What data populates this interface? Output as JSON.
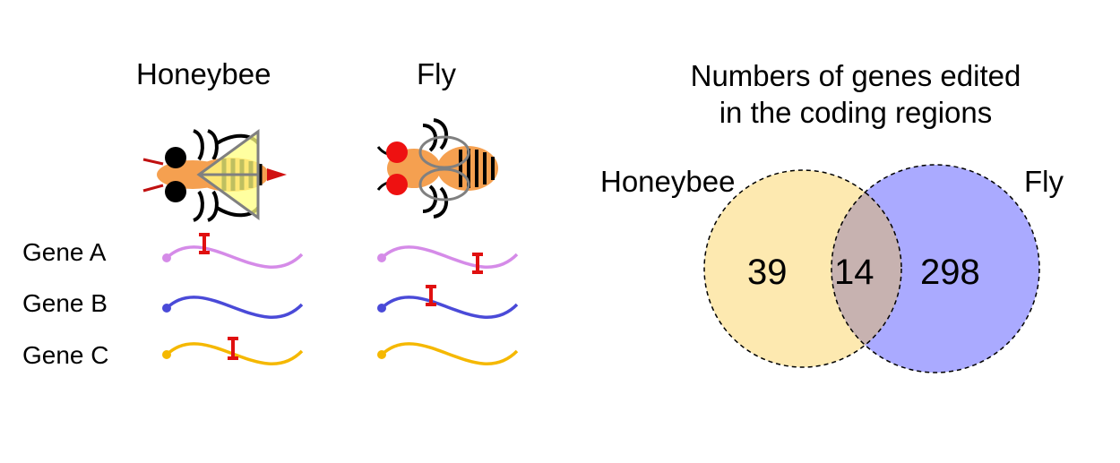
{
  "left": {
    "species": [
      "Honeybee",
      "Fly"
    ],
    "genes": [
      "Gene A",
      "Gene B",
      "Gene C"
    ],
    "gene_colors": [
      "#d58be8",
      "#4a4ad8",
      "#f5b800"
    ],
    "edit_marker_color": "#e01010"
  },
  "right": {
    "title_line1": "Numbers of genes edited",
    "title_line2": "in the coding regions",
    "set_labels": [
      "Honeybee",
      "Fly"
    ],
    "counts": {
      "honeybee_only": "39",
      "shared": "14",
      "fly_only": "298"
    },
    "colors": {
      "honeybee": "#fde9b0",
      "fly": "#aaaaff",
      "overlap": "#c7b2b0"
    }
  }
}
